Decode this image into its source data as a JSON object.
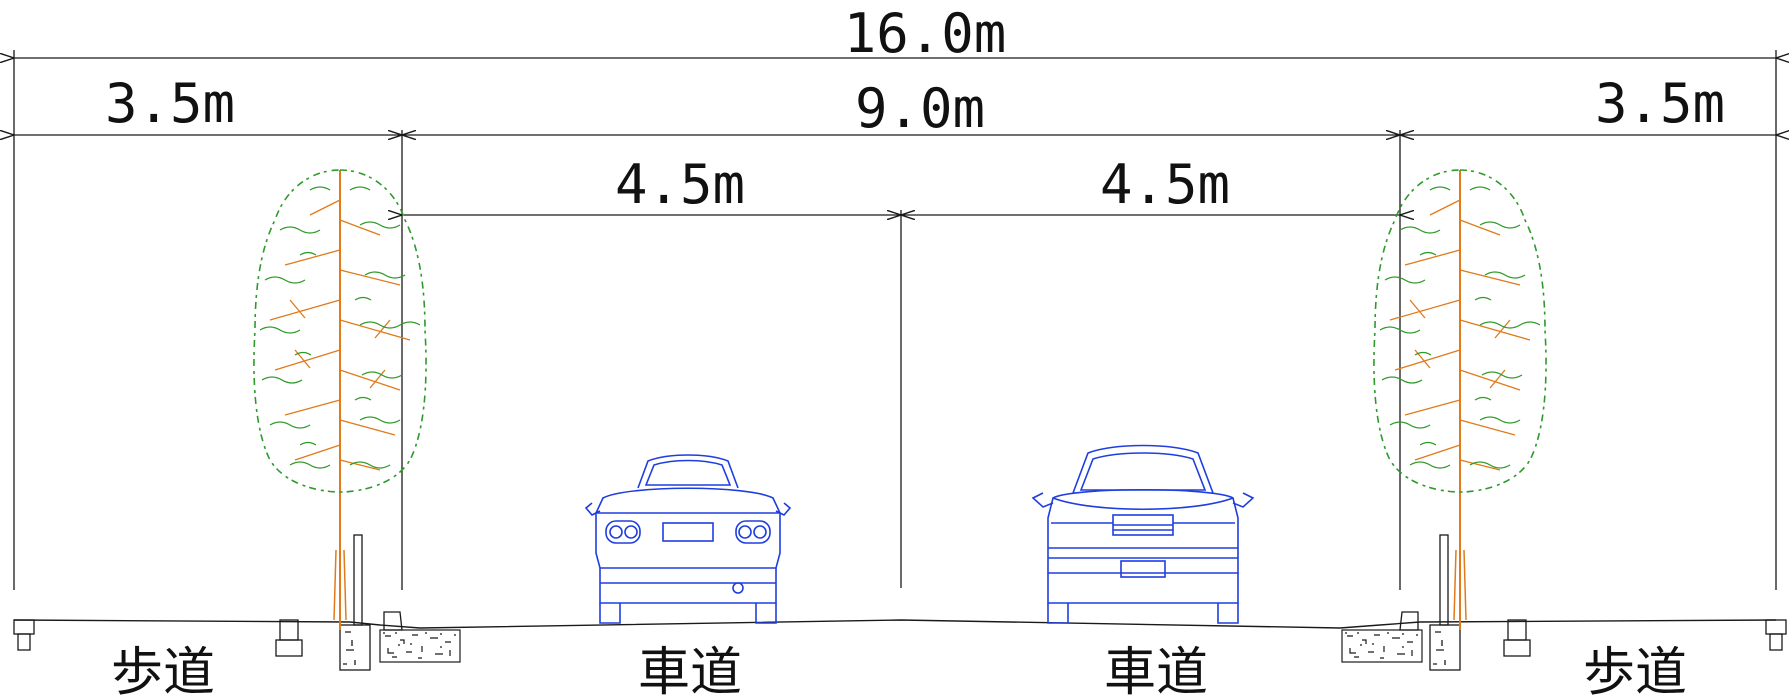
{
  "dimensions": {
    "total": "16.0m",
    "left_sidewalk": "3.5m",
    "carriageway": "9.0m",
    "right_sidewalk": "3.5m",
    "left_lane": "4.5m",
    "right_lane": "4.5m"
  },
  "zones": {
    "left_sidewalk_label": "歩道",
    "left_lane_label": "車道",
    "right_lane_label": "車道",
    "right_sidewalk_label": "歩道"
  },
  "colors": {
    "line": "#1a1a1a",
    "car": "#1f3ee0",
    "tree_foliage": "#2f9a2a",
    "tree_trunk": "#e07a1a"
  },
  "icons": [
    "tree-icon",
    "car-rear-icon",
    "car-front-icon",
    "curb-icon",
    "bollard-icon"
  ]
}
